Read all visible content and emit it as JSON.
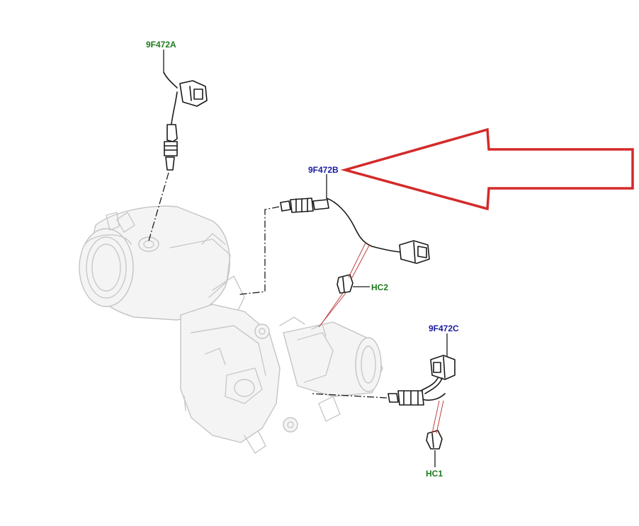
{
  "diagram": {
    "callouts": {
      "sensor_a": {
        "label": "9F472A",
        "color": "#1e7a1e"
      },
      "sensor_b": {
        "label": "9F472B",
        "color": "#1a1aa0"
      },
      "sensor_c": {
        "label": "9F472C",
        "color": "#1a1aa0"
      },
      "clip_hc2": {
        "label": "HC2",
        "color": "#1e7a1e"
      },
      "clip_hc1": {
        "label": "HC1",
        "color": "#1e7a1e"
      }
    },
    "highlight_arrow": {
      "color": "#d42a2a",
      "points_to": "9F472B"
    }
  }
}
